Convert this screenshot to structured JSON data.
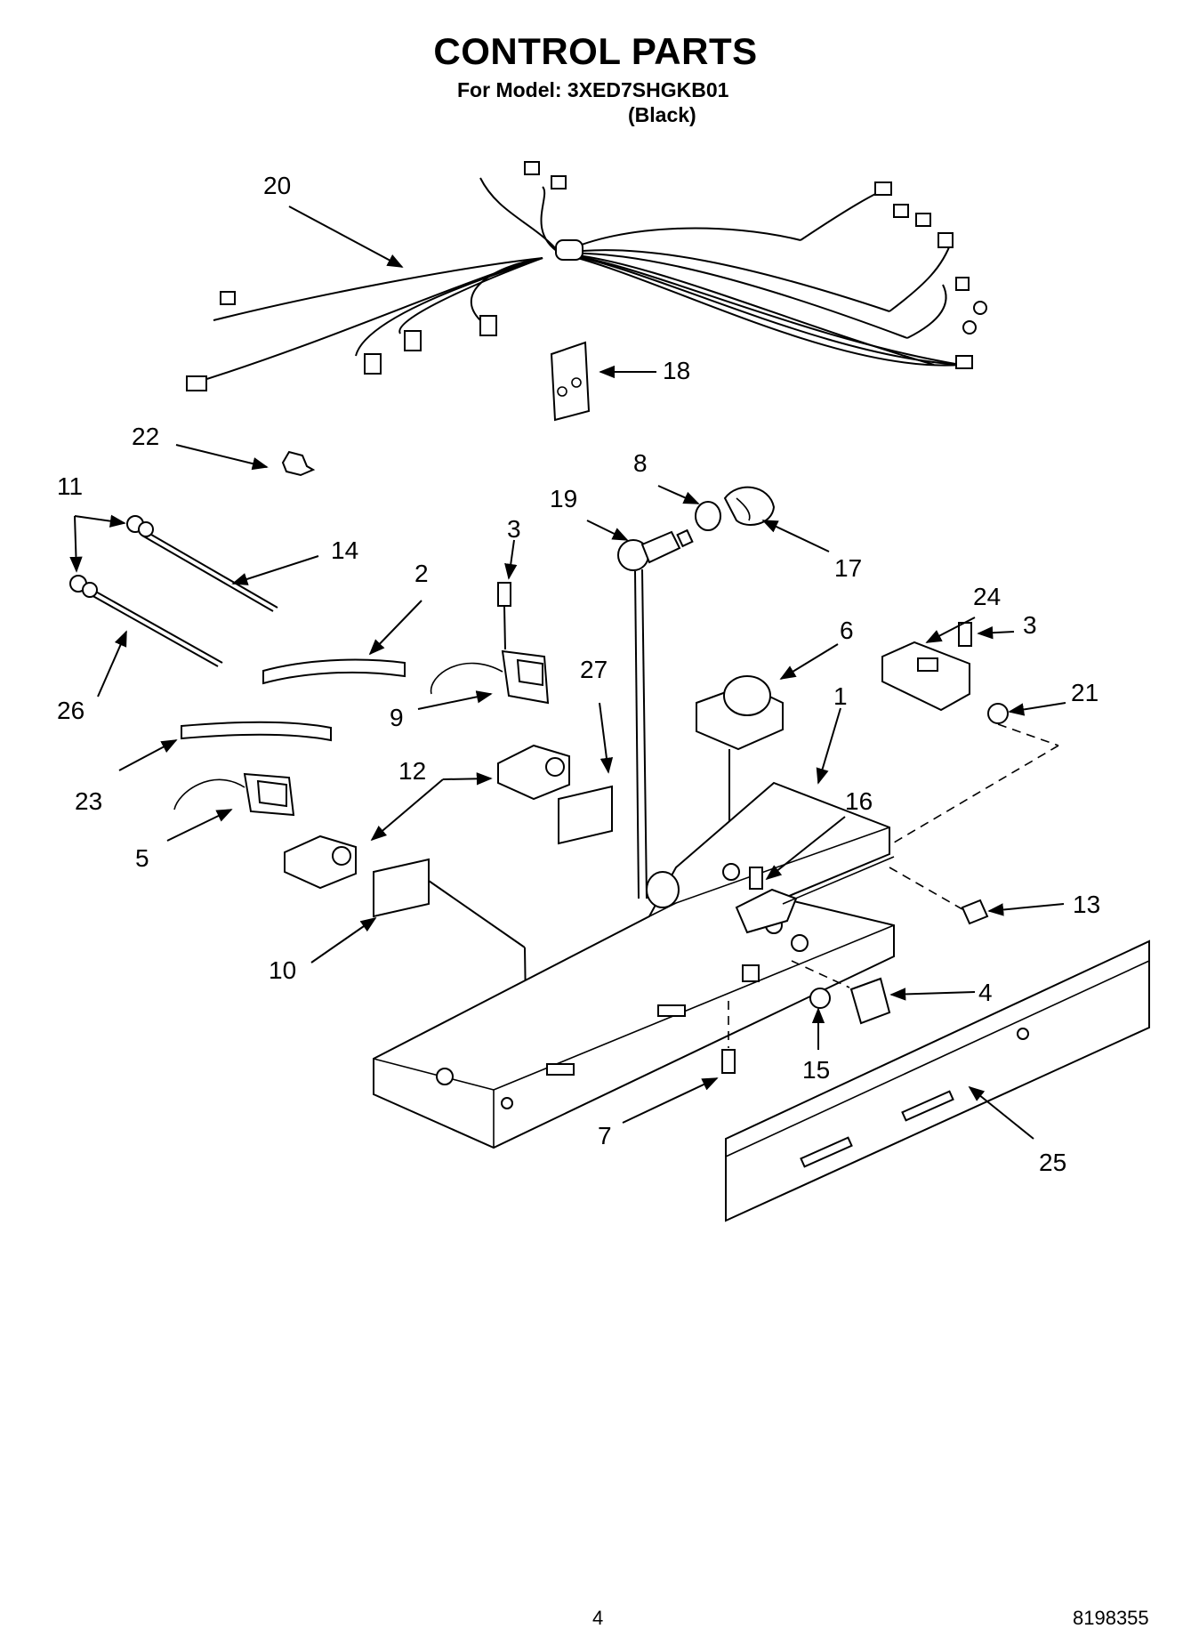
{
  "header": {
    "title": "CONTROL PARTS",
    "model_line": "For Model: 3XED7SHGKB01",
    "color_line": "(Black)"
  },
  "callouts": [
    "1",
    "2",
    "3",
    "3",
    "4",
    "5",
    "6",
    "7",
    "8",
    "9",
    "10",
    "11",
    "12",
    "13",
    "14",
    "15",
    "16",
    "17",
    "18",
    "19",
    "20",
    "21",
    "22",
    "23",
    "24",
    "25",
    "26",
    "27"
  ],
  "footer": {
    "page_number": "4",
    "doc_number": "8198355"
  }
}
